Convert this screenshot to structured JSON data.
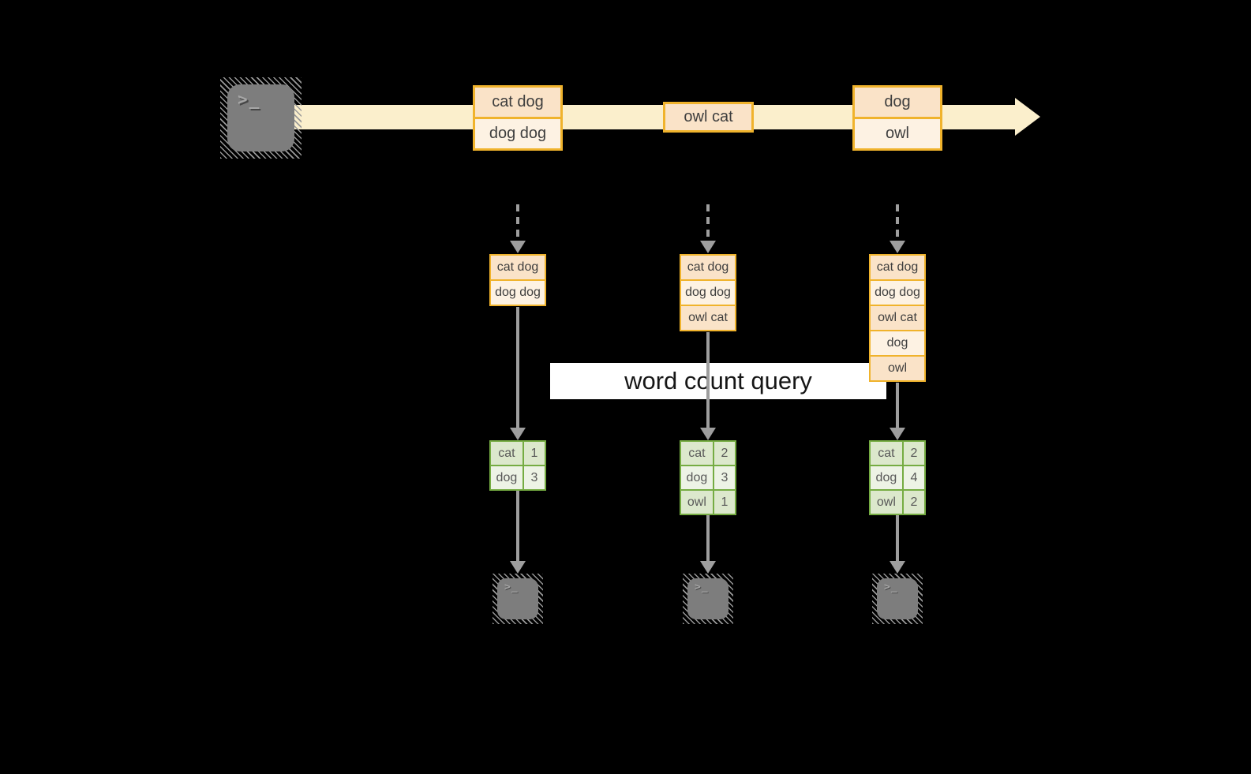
{
  "diagram": {
    "source": {
      "icon": "terminal-icon",
      "prompt": ">_"
    },
    "stream": {
      "events": [
        {
          "items": [
            "cat dog",
            "dog dog"
          ]
        },
        {
          "items": [
            "owl cat"
          ]
        },
        {
          "items": [
            "dog",
            "owl"
          ]
        }
      ]
    },
    "query": {
      "label": "word count query"
    },
    "columns": [
      {
        "accumulated": [
          "cat dog",
          "dog dog"
        ],
        "counts": [
          {
            "word": "cat",
            "value": 1
          },
          {
            "word": "dog",
            "value": 3
          }
        ]
      },
      {
        "accumulated": [
          "cat dog",
          "dog dog",
          "owl cat"
        ],
        "counts": [
          {
            "word": "cat",
            "value": 2
          },
          {
            "word": "dog",
            "value": 3
          },
          {
            "word": "owl",
            "value": 1
          }
        ]
      },
      {
        "accumulated": [
          "cat dog",
          "dog dog",
          "owl cat",
          "dog",
          "owl"
        ],
        "counts": [
          {
            "word": "cat",
            "value": 2
          },
          {
            "word": "dog",
            "value": 4
          },
          {
            "word": "owl",
            "value": 2
          }
        ]
      }
    ],
    "outputs": {
      "icon": "terminal-icon",
      "prompt": ">_"
    }
  },
  "colors": {
    "background": "#000000",
    "stream_band": "#FBEFCC",
    "event_border": "#F0B32C",
    "event_fill_dark": "#FAE3C8",
    "event_fill_light": "#FDF2E3",
    "table_border": "#75AC42",
    "table_fill_dark": "#DCE8CC",
    "table_fill_light": "#EDF3E5",
    "arrow_gray": "#9E9E9E",
    "terminal_gray": "#7D7D7D",
    "query_band_bg": "#FFFFFF"
  }
}
